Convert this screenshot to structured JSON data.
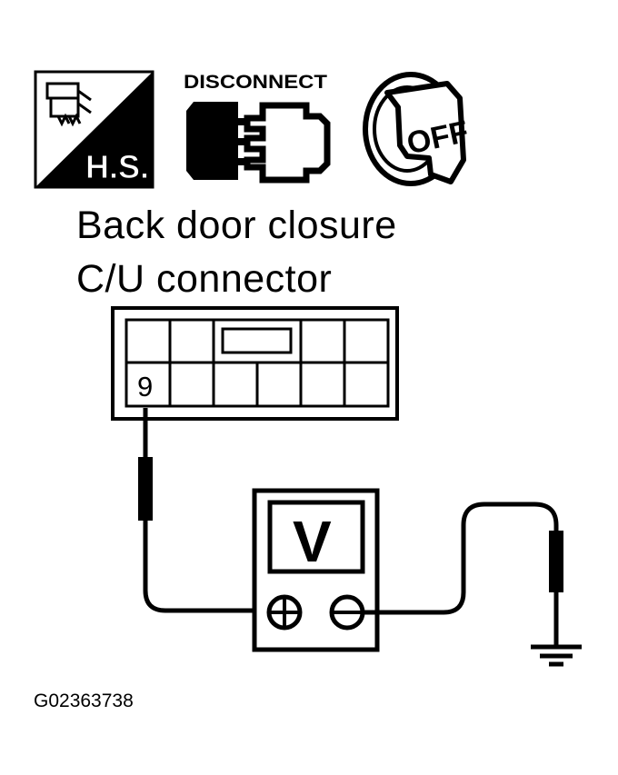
{
  "icons": {
    "harness_label": "H.S.",
    "disconnect_label": "DISCONNECT",
    "ignition_label": "OFF"
  },
  "title": {
    "line1": "Back door closure",
    "line2": "C/U connector"
  },
  "connector": {
    "terminal": "9"
  },
  "meter": {
    "display": "V",
    "positive_symbol": "⊕",
    "negative_symbol": "⊖"
  },
  "figure_code": "G02363738"
}
